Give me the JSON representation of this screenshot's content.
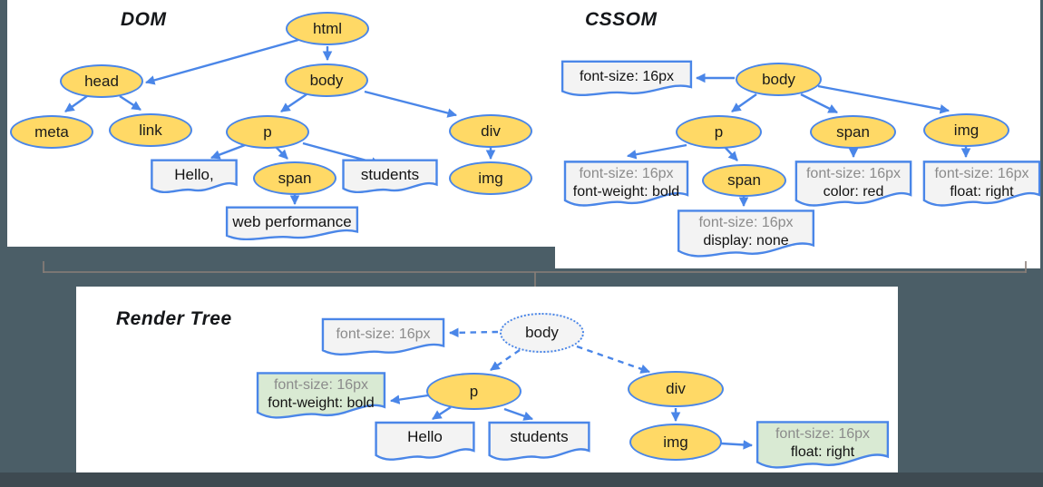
{
  "titles": {
    "dom": "DOM",
    "cssom": "CSSOM",
    "render": "Render Tree"
  },
  "dom": {
    "html": "html",
    "head": "head",
    "body": "body",
    "meta": "meta",
    "link": "link",
    "p": "p",
    "span": "span",
    "div": "div",
    "img": "img",
    "text_hello": "Hello,",
    "text_students": "students",
    "text_webperf": "web performance"
  },
  "cssom": {
    "body": "body",
    "p": "p",
    "span_child": "span",
    "span_nested": "span",
    "img": "img",
    "rule_body_line1": "font-size: 16px",
    "rule_p_line1": "font-size: 16px",
    "rule_p_line2": "font-weight: bold",
    "rule_nested_span_line1": "font-size: 16px",
    "rule_nested_span_line2": "display: none",
    "rule_span_line1": "font-size: 16px",
    "rule_span_line2": "color: red",
    "rule_img_line1": "font-size: 16px",
    "rule_img_line2": "float: right"
  },
  "render": {
    "body": "body",
    "p": "p",
    "div": "div",
    "img": "img",
    "text_hello": "Hello",
    "text_students": "students",
    "rule_body_line1": "font-size: 16px",
    "rule_p_line1": "font-size: 16px",
    "rule_p_line2": "font-weight: bold",
    "rule_img_line1": "font-size: 16px",
    "rule_img_line2": "float: right"
  },
  "colors": {
    "node_fill": "#ffd966",
    "accent_blue": "#4a86e8",
    "doc_fill": "#f3f3f3",
    "green_fill": "#d9ead3",
    "inherited_text": "#8b8b8b",
    "own_text": "#121212",
    "background": "#4b5e67",
    "divider": "#8a7f78"
  }
}
